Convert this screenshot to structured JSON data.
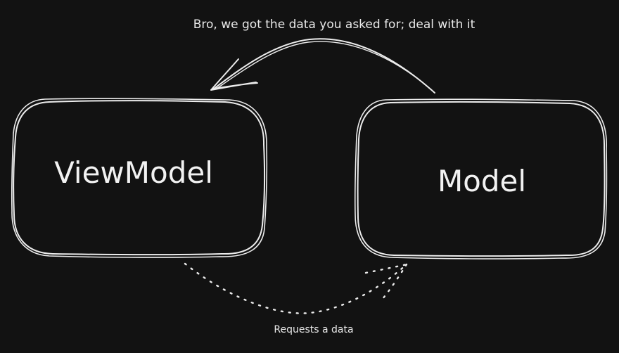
{
  "diagram": {
    "nodes": [
      {
        "id": "viewmodel",
        "label": "ViewModel"
      },
      {
        "id": "model",
        "label": "Model"
      }
    ],
    "edges": [
      {
        "from": "model",
        "to": "viewmodel",
        "label": "Bro, we got the data you asked for; deal with it",
        "style": "solid"
      },
      {
        "from": "viewmodel",
        "to": "model",
        "label": "Requests a data",
        "style": "dotted"
      }
    ],
    "colors": {
      "background": "#121212",
      "stroke": "#ececec",
      "text": "#f2f2f2"
    }
  }
}
